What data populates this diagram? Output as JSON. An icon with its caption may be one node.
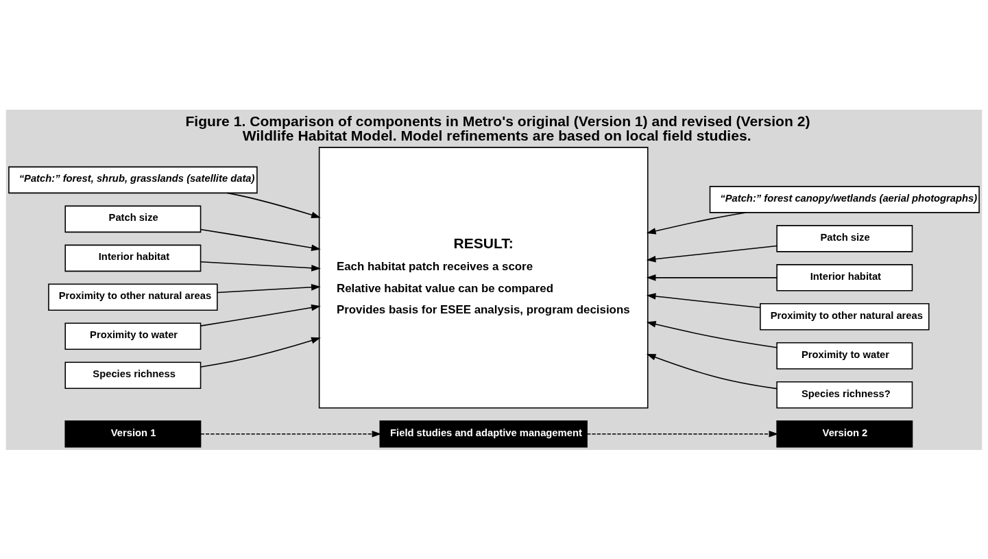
{
  "diagram": {
    "title": "Figure 1. Comparison of components in Metro's original (Version 1) and revised (Version 2) Wildlife Habitat Model. Model refinements are based on local field studies.",
    "nodes": [
      {
        "text": [
          "“Patch:” forest, shrub, grasslands (satellite data)"
        ]
      },
      {
        "text": [
          "Patch size"
        ]
      },
      {
        "text": [
          "Interior habitat"
        ]
      },
      {
        "text": [
          "Proximity to other natural areas"
        ]
      },
      {
        "text": [
          "Proximity to water"
        ]
      },
      {
        "text": [
          "Species richness"
        ]
      },
      {
        "text": [
          "RESULT:",
          "Each habitat patch receives a score",
          "Relative habitat value can be compared",
          "Provides basis for ESEE analysis, program decisions"
        ]
      },
      {
        "text": [
          "“Patch:” forest canopy/wetlands (aerial photographs)"
        ]
      },
      {
        "text": [
          "Patch size"
        ]
      },
      {
        "text": [
          "Interior habitat"
        ]
      },
      {
        "text": [
          "Proximity to other natural areas"
        ]
      },
      {
        "text": [
          "Proximity to water"
        ]
      },
      {
        "text": [
          "Species richness?"
        ]
      },
      {
        "text": [
          "Version 1"
        ]
      },
      {
        "text": [
          "Field studies and adaptive management"
        ]
      },
      {
        "text": [
          "Version 2"
        ]
      }
    ],
    "edges": [
      {
        "from": 0,
        "to": 6,
        "arrow": "to"
      },
      {
        "from": 1,
        "to": 6,
        "arrow": "to"
      },
      {
        "from": 2,
        "to": 6,
        "arrow": "to"
      },
      {
        "from": 3,
        "to": 6,
        "arrow": "to"
      },
      {
        "from": 4,
        "to": 6,
        "arrow": "to"
      },
      {
        "from": 5,
        "to": 6,
        "arrow": "to"
      },
      {
        "from": 7,
        "to": 6,
        "arrow": "to"
      },
      {
        "from": 8,
        "to": 6,
        "arrow": "to"
      },
      {
        "from": 9,
        "to": 6,
        "arrow": "to"
      },
      {
        "from": 10,
        "to": 6,
        "arrow": "to"
      },
      {
        "from": 11,
        "to": 6,
        "arrow": "to"
      },
      {
        "from": 12,
        "to": 6,
        "arrow": "to"
      },
      {
        "from": 13,
        "to": 14,
        "arrow": "to",
        "style": "dashed"
      },
      {
        "from": 14,
        "to": 15,
        "arrow": "to",
        "style": "dashed"
      }
    ]
  }
}
